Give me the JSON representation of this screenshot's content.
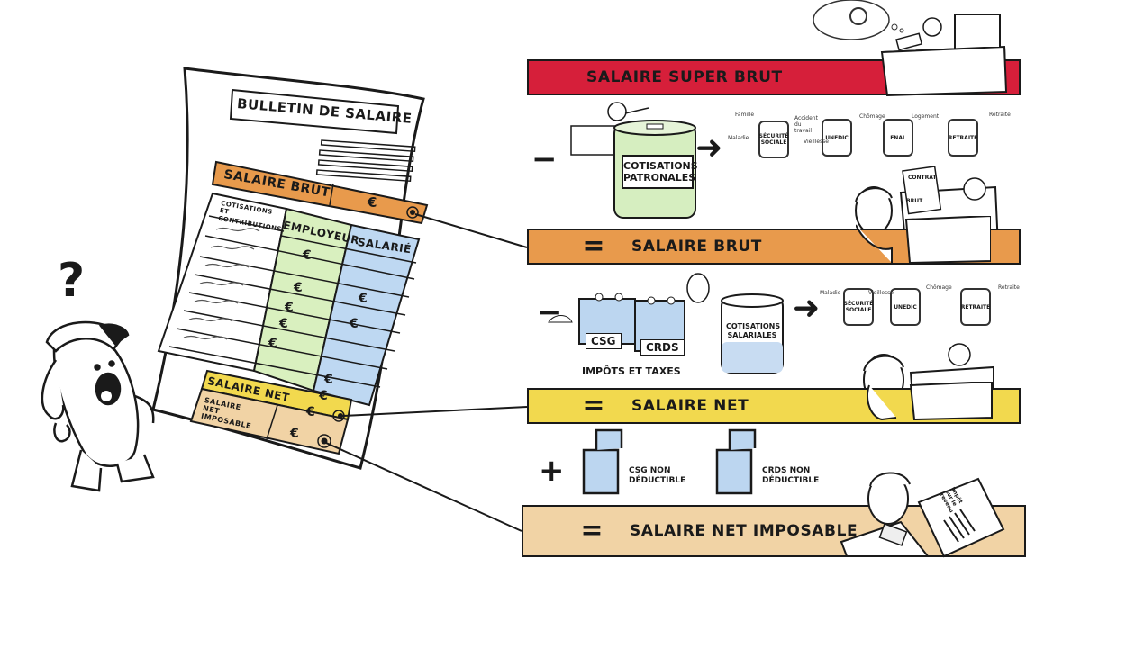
{
  "payslip": {
    "title": "BULLETIN DE SALAIRE",
    "gross_row": {
      "label": "SALAIRE BRUT",
      "value_symbol": "€"
    },
    "table": {
      "header_contrib": "COTISATIONS ET CONTRIBUTIONS",
      "header_employer": "EMPLOYEUR",
      "header_employee": "SALARIÉ",
      "employer_symbols": [
        "€",
        "€",
        "€",
        "€",
        "€"
      ],
      "employee_symbols": [
        "€",
        "€",
        "€",
        "€"
      ]
    },
    "net_row": {
      "label": "SALAIRE NET",
      "value_symbol": "€"
    },
    "taxable_row": {
      "label": "SALAIRE NET IMPOSABLE",
      "value_symbol": "€"
    }
  },
  "character": {
    "question_mark": "?"
  },
  "flow": {
    "super_brut": {
      "label": "SALAIRE SUPER BRUT",
      "color": "#d61f3a"
    },
    "step1": {
      "operator": "−",
      "jar_label": "COTISATIONS PATRONALES",
      "arrow": "➜",
      "funds": [
        "SÉCURITÉ SOCIALE",
        "UNEDIC",
        "FNAL",
        "RETRAITE"
      ],
      "fund_captions": [
        "Famille",
        "Maladie",
        "Accident du travail",
        "Vieillesse",
        "Chômage",
        "Logement",
        "Retraite"
      ],
      "contract_label": "CONTRAT",
      "contract_brut": "BRUT"
    },
    "brut": {
      "operator": "=",
      "label": "SALAIRE BRUT",
      "color": "#e89a4c"
    },
    "step2": {
      "operator": "−",
      "box1": "CSG",
      "box2": "CRDS",
      "boxes_caption": "IMPÔTS ET TAXES",
      "jar_label": "COTISATIONS SALARIALES",
      "arrow": "➜",
      "funds": [
        "SÉCURITÉ SOCIALE",
        "UNEDIC",
        "RETRAITE"
      ],
      "fund_captions": [
        "Maladie",
        "Vieillesse",
        "Chômage",
        "Retraite"
      ]
    },
    "net": {
      "operator": "=",
      "label": "SALAIRE NET",
      "color": "#f2d94e"
    },
    "step3": {
      "operator": "+",
      "item1": "CSG NON DÉDUCTIBLE",
      "item2": "CRDS NON DÉDUCTIBLE"
    },
    "imposable": {
      "operator": "=",
      "label": "SALAIRE NET IMPOSABLE",
      "color": "#f1d3a5",
      "document_caption": "Impôt sur le revenu"
    }
  }
}
